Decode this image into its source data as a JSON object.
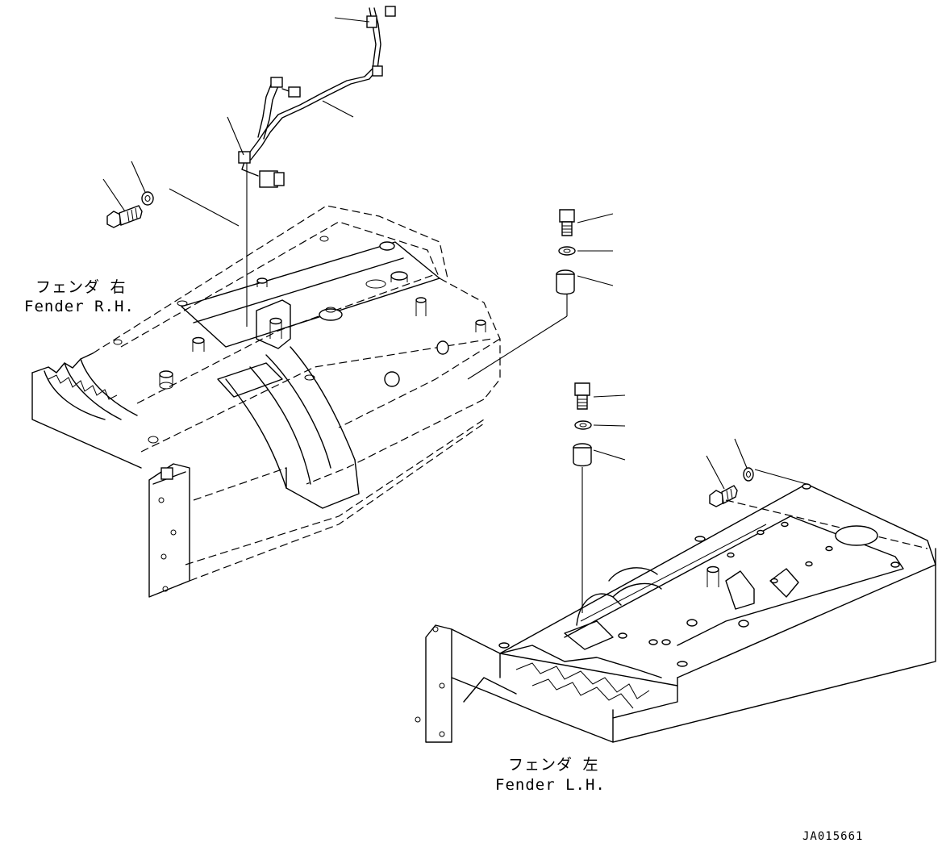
{
  "labels": {
    "fender_rh_jp": "フェンダ 右",
    "fender_rh_en": "Fender R.H.",
    "fender_lh_jp": "フェンダ 左",
    "fender_lh_en": "Fender L.H.",
    "drawing_code": "JA015661"
  }
}
